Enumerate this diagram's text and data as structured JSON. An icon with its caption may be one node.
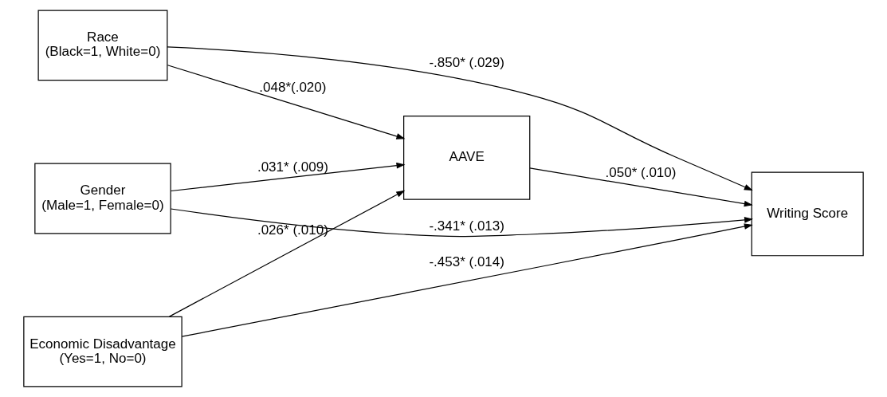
{
  "diagram": {
    "nodes": [
      {
        "text": [
          "Race",
          "(Black=1, White=0)"
        ]
      },
      {
        "text": [
          "Gender",
          "(Male=1, Female=0)"
        ]
      },
      {
        "text": [
          "Economic Disadvantage",
          "(Yes=1, No=0)"
        ]
      },
      {
        "text": [
          "AAVE"
        ]
      },
      {
        "text": [
          "Writing Score"
        ]
      }
    ],
    "edges": [
      {
        "from": 0,
        "to": 3,
        "arrow": "to",
        "label": ".048*(.020)"
      },
      {
        "from": 0,
        "to": 4,
        "arrow": "to",
        "label": "-.850* (.029)"
      },
      {
        "from": 1,
        "to": 3,
        "arrow": "to",
        "label": ".031* (.009)"
      },
      {
        "from": 1,
        "to": 4,
        "arrow": "to",
        "label": "-.341* (.013)"
      },
      {
        "from": 2,
        "to": 3,
        "arrow": "to",
        "label": ".026* (.010)"
      },
      {
        "from": 2,
        "to": 4,
        "arrow": "to",
        "label": "-.453* (.014)"
      },
      {
        "from": 3,
        "to": 4,
        "arrow": "to",
        "label": ".050* (.010)"
      }
    ]
  }
}
